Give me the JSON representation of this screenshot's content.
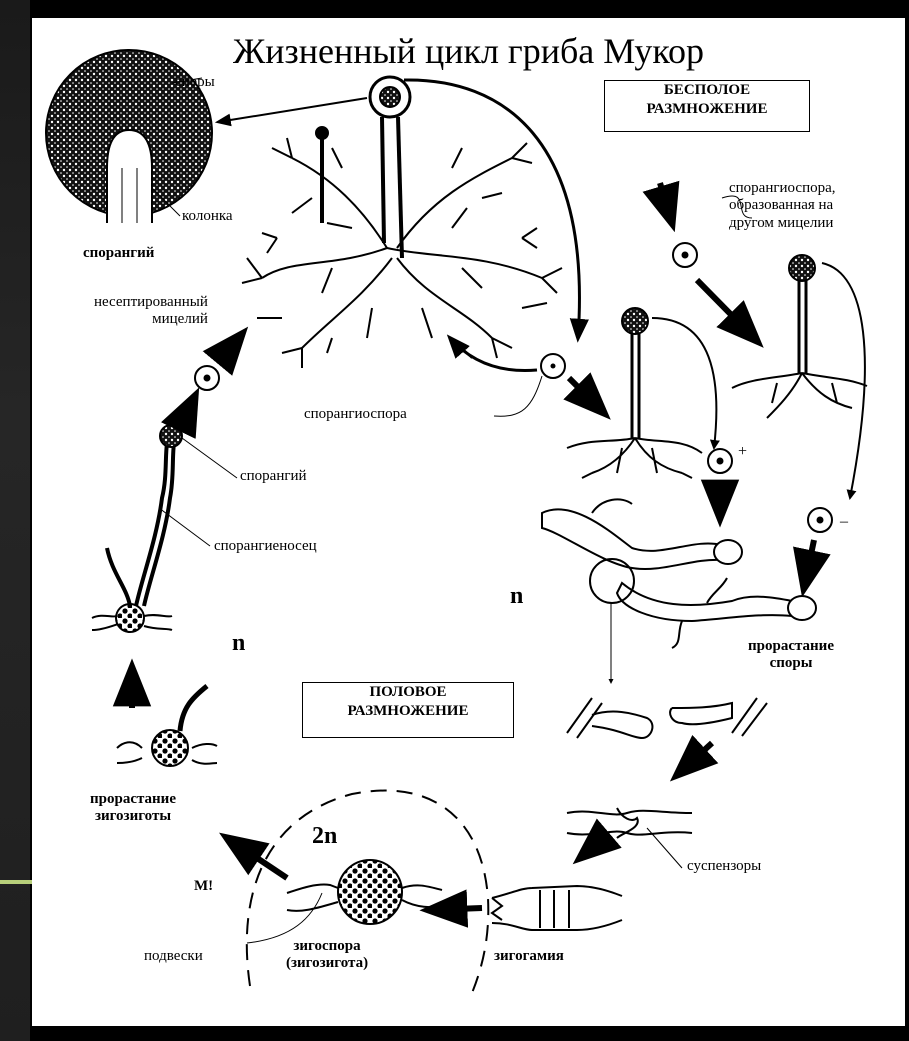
{
  "title": "Жизненный цикл гриба Мукор",
  "boxes": {
    "asexual": [
      "БЕСПОЛОЕ",
      "РАЗМНОЖЕНИЕ"
    ],
    "sexual": [
      "ПОЛОВОЕ",
      "РАЗМНОЖЕНИЕ"
    ]
  },
  "labels": {
    "spores": "споры",
    "column": "колонка",
    "sporangium_top": "спорангий",
    "mycelium": [
      "несептированный",
      "мицелий"
    ],
    "sporangiospore": "спорангиоспора",
    "sporangiospore_other": [
      "спорангиоспора,",
      "образованная на",
      "другом мицелии"
    ],
    "sporangium": "спорангий",
    "sporangiophore": "спорангиеносец",
    "n_left": "n",
    "n_right": "n",
    "two_n": "2n",
    "plus": "+",
    "minus": "–",
    "spore_germination": [
      "прорастание",
      "споры"
    ],
    "zygote_germination": [
      "прорастание",
      "зигозиготы"
    ],
    "suspensors": "суспензоры",
    "zygogamy": "зигогамия",
    "pendants": "подвески",
    "zygospore": [
      "зигоспора",
      "(зигозигота)"
    ],
    "meiosis": "М!"
  }
}
